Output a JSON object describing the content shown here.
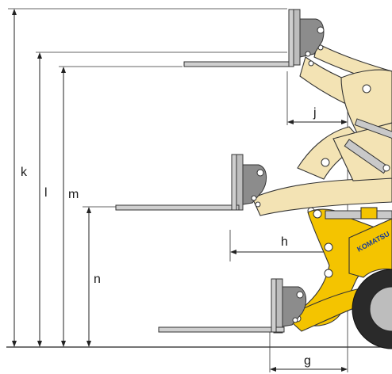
{
  "dimensions": {
    "k": "k",
    "l": "l",
    "m": "m",
    "n": "n",
    "j": "j",
    "h": "h",
    "g": "g"
  },
  "brand": {
    "logo_text": "KOMATSU",
    "color": "#f4c400"
  },
  "colors": {
    "machine_yellow": "#f4c400",
    "ghost_arm": "#f3e3b4",
    "fork_grey": "#cfcfcf",
    "line": "#222222"
  }
}
